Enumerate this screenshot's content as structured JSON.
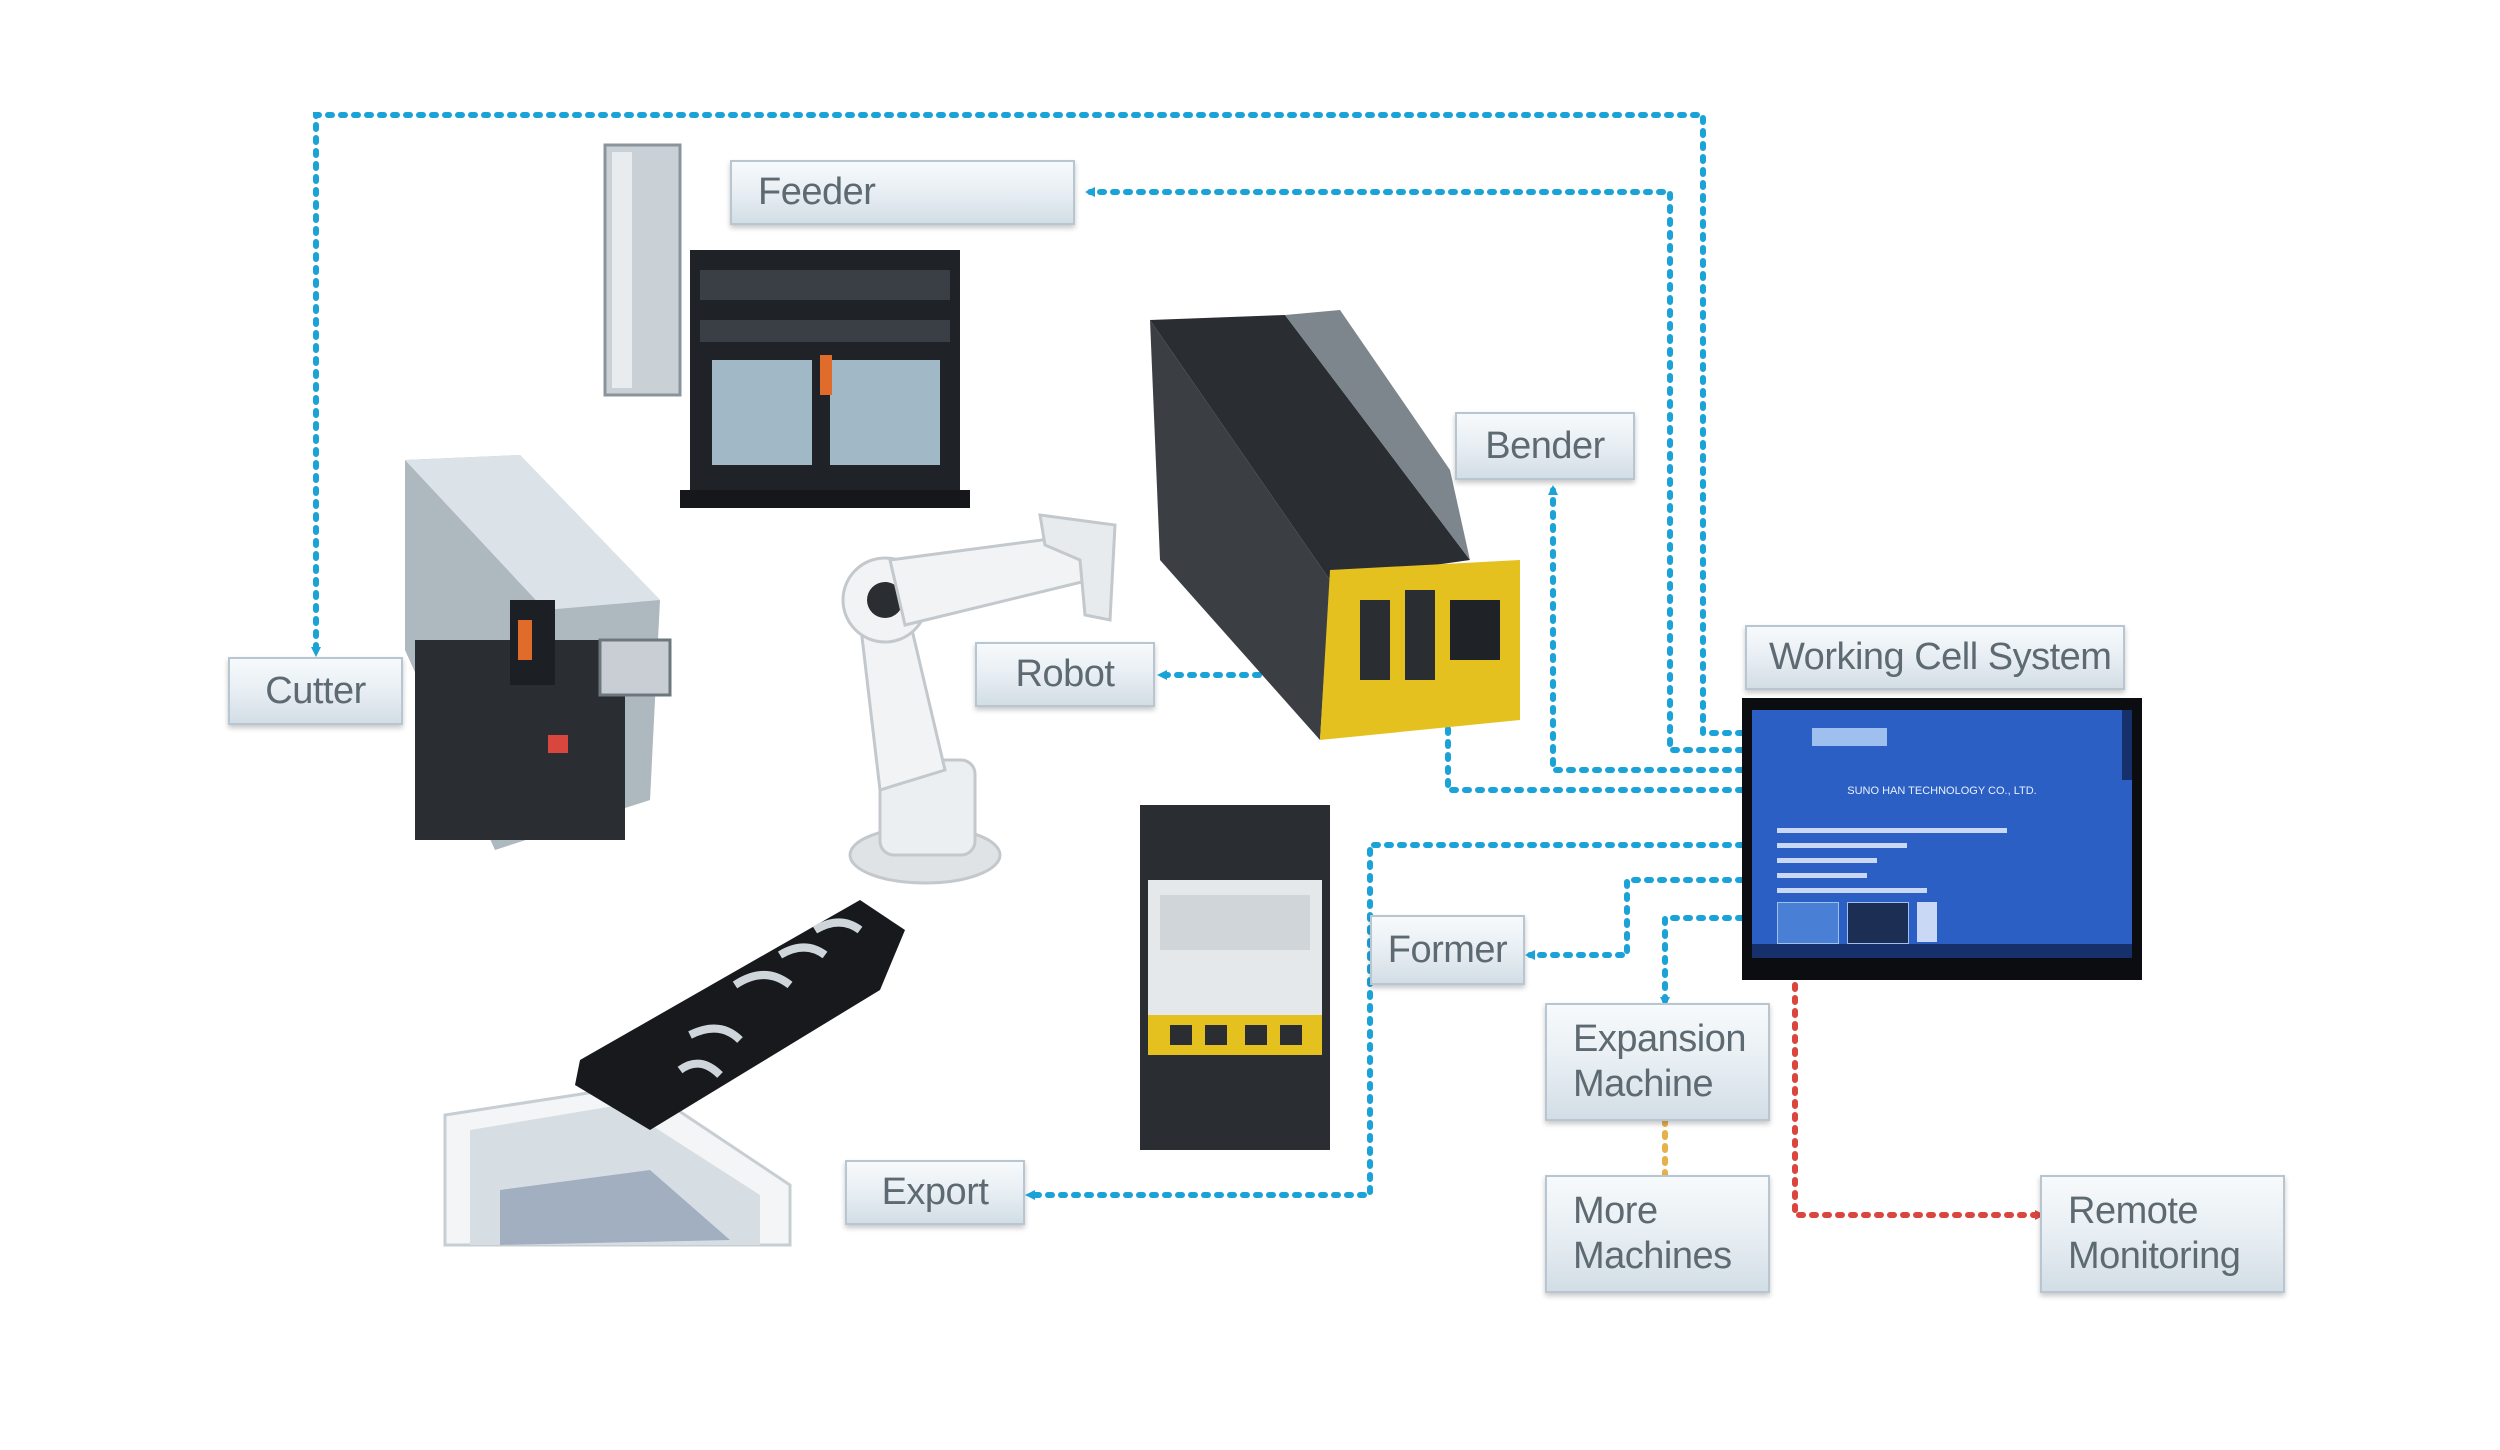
{
  "labels": {
    "feeder": "Feeder",
    "bender": "Bender",
    "cutter": "Cutter",
    "robot": "Robot",
    "working_cell": "Working Cell System",
    "former": "Former",
    "expansion_line1": "Expansion",
    "expansion_line2": "Machine",
    "more_line1": "More",
    "more_line2": "Machines",
    "export": "Export",
    "remote_line1": "Remote",
    "remote_line2": "Monitoring"
  },
  "screen": {
    "company": "SUNO HAN TECHNOLOGY CO., LTD."
  },
  "colors": {
    "connector_blue": "#1ba3d8",
    "connector_red": "#d9463e",
    "connector_orange": "#e8b04a",
    "label_text": "#5e6a72",
    "screen_blue": "#2b5fc4"
  }
}
